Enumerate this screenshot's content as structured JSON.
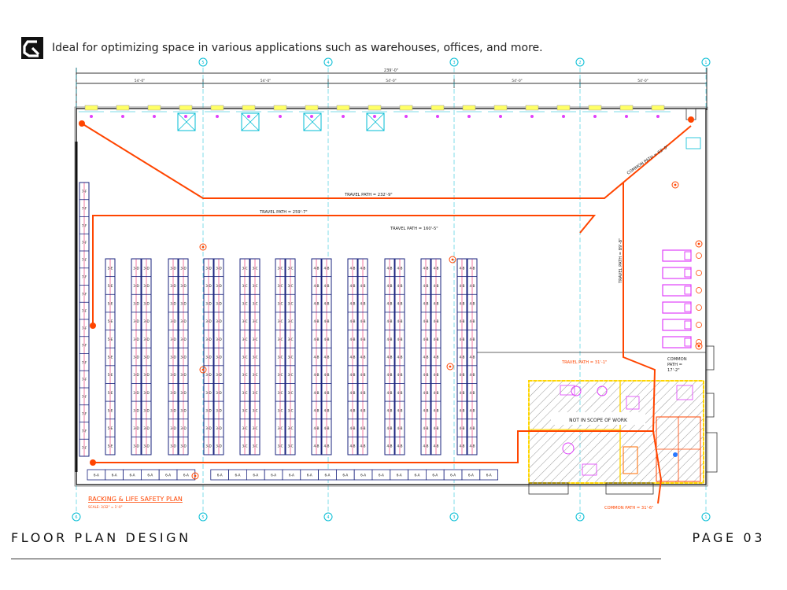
{
  "header": {
    "tagline": "Ideal for optimizing space in various applications such as warehouses, offices, and more.",
    "logo_icon": "brand-logo-icon"
  },
  "footer": {
    "title": "FLOOR PLAN DESIGN",
    "page": "PAGE 03"
  },
  "plan": {
    "overall_dimension": "239'-0\"",
    "bay_dimensions": [
      "54'-0\"",
      "54'-0\"",
      "54'-0\"",
      "54'-0\"",
      "54'-0\""
    ],
    "grid_top": [
      "5",
      "4",
      "3",
      "2",
      "1"
    ],
    "grid_bottom": [
      "6",
      "5",
      "4",
      "3",
      "2",
      "1"
    ],
    "travel_paths": [
      {
        "label": "TRAVEL PATH = 232'-9\""
      },
      {
        "label": "TRAVEL PATH = 259'-7\""
      },
      {
        "label": "TRAVEL PATH = 160'-5\""
      },
      {
        "label": "TRAVEL PATH = 89'-8\""
      },
      {
        "label": "TRAVEL PATH = 31'-1\""
      }
    ],
    "common_paths": [
      {
        "label": "COMMON PATH = 63'-0\""
      },
      {
        "label": "COMMON PATH = 31'-6\""
      }
    ],
    "common_path_box": [
      "COMMON",
      "PATH =",
      "17'-2\""
    ],
    "office_note": "NOT IN SCOPE OF WORK",
    "plan_title": "RACKING & LIFE SAFETY PLAN",
    "scale": "SCALE: 3/32\" = 1'-0\"",
    "rack_columns": [
      {
        "label": "5-E",
        "pair": false
      },
      {
        "label": "3-D",
        "pair": true
      },
      {
        "label": "3-D",
        "pair": true
      },
      {
        "label": "3-D",
        "pair": true
      },
      {
        "label": "3-C",
        "pair": true
      },
      {
        "label": "3-C",
        "pair": true
      },
      {
        "label": "4-B",
        "pair": true
      },
      {
        "label": "4-B",
        "pair": true
      },
      {
        "label": "4-B",
        "pair": true
      },
      {
        "label": "4-B",
        "pair": true
      },
      {
        "label": "4-B",
        "pair": true
      }
    ],
    "left_rack_label": "7-F",
    "bottom_rack_labels": [
      "6-A",
      "6-A",
      "6-A",
      "6-A",
      "6-A",
      "6-A",
      "6-A",
      "6-A",
      "6-A",
      "6-A",
      "6-A",
      "6-A",
      "6-A",
      "6-A",
      "6-A",
      "6-A",
      "6-A",
      "6-A",
      "6-A",
      "6-A",
      "6-A",
      "6-A"
    ]
  },
  "colors": {
    "path": "#ff4500",
    "grid": "#00bcd4",
    "rack_frame": "#1a237e",
    "rack_fill": "#e91e63",
    "office_hatch": "#ffeb3b",
    "chairs": "#e040fb"
  }
}
